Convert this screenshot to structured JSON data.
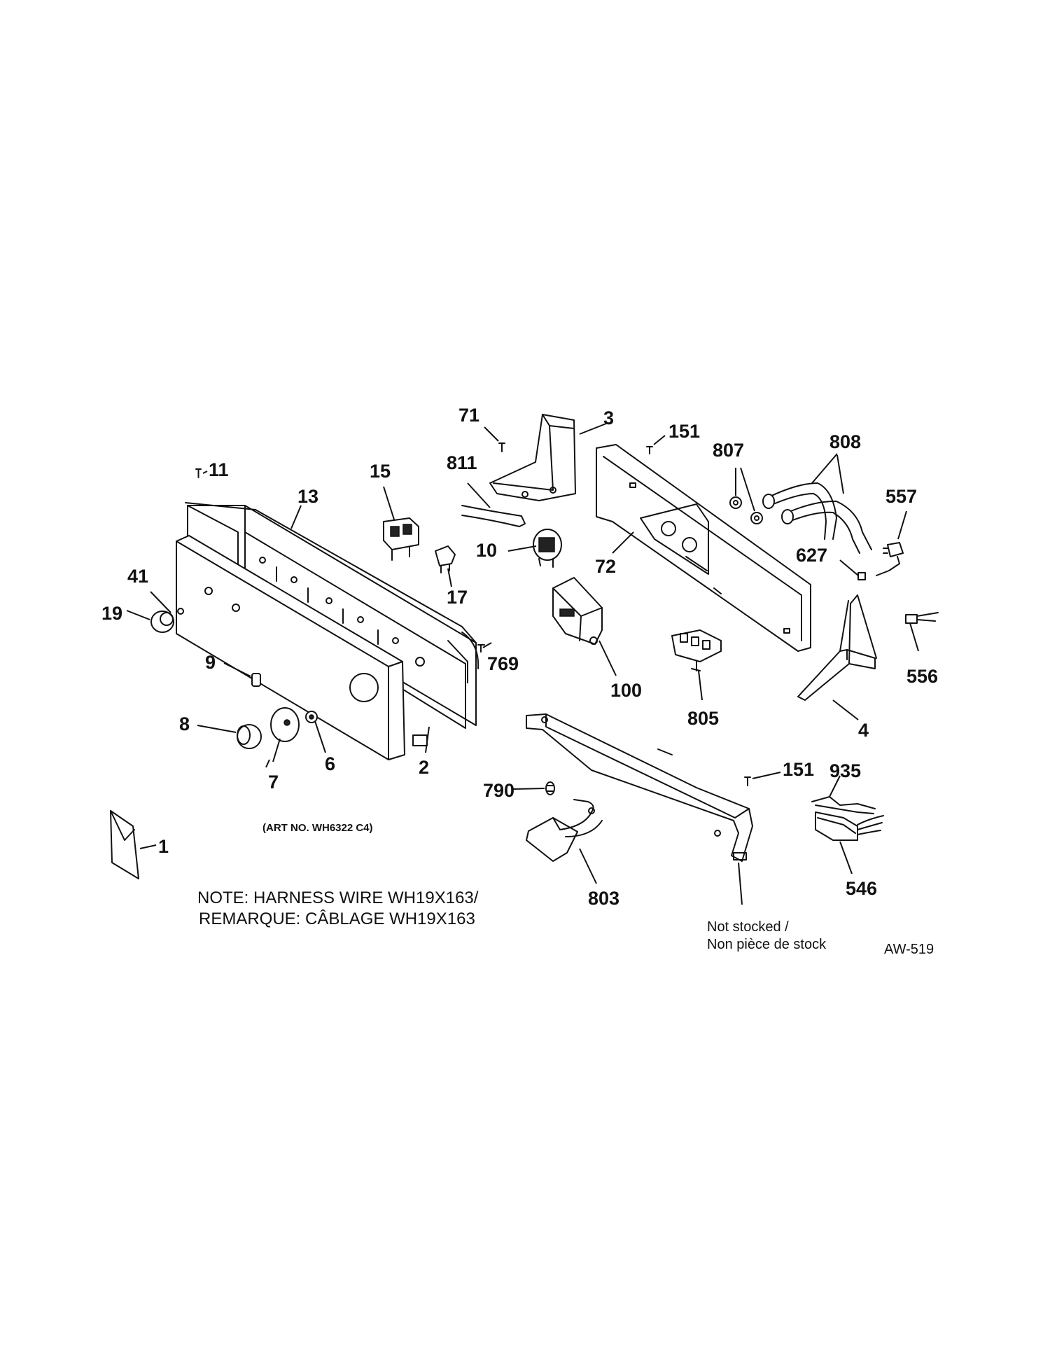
{
  "callouts": {
    "c71": "71",
    "c3": "3",
    "c151a": "151",
    "c807": "807",
    "c808": "808",
    "c811": "811",
    "c11": "11",
    "c15": "15",
    "c13": "13",
    "c557": "557",
    "c10": "10",
    "c72": "72",
    "c627": "627",
    "c41": "41",
    "c17": "17",
    "c19": "19",
    "c769": "769",
    "c100": "100",
    "c556": "556",
    "c9": "9",
    "c805": "805",
    "c8": "8",
    "c4": "4",
    "c6": "6",
    "c2": "2",
    "c7": "7",
    "c151b": "151",
    "c935": "935",
    "c790": "790",
    "c1": "1",
    "c546": "546",
    "c803": "803"
  },
  "art_number": "(ART NO. WH6322 C4)",
  "note": {
    "line1": "NOTE: HARNESS WIRE WH19X163/",
    "line2": "REMARQUE: CÂBLAGE WH19X163"
  },
  "not_stocked": {
    "line1": "Not stocked /",
    "line2": "Non pièce de stock"
  },
  "diagram_id": "AW-519"
}
